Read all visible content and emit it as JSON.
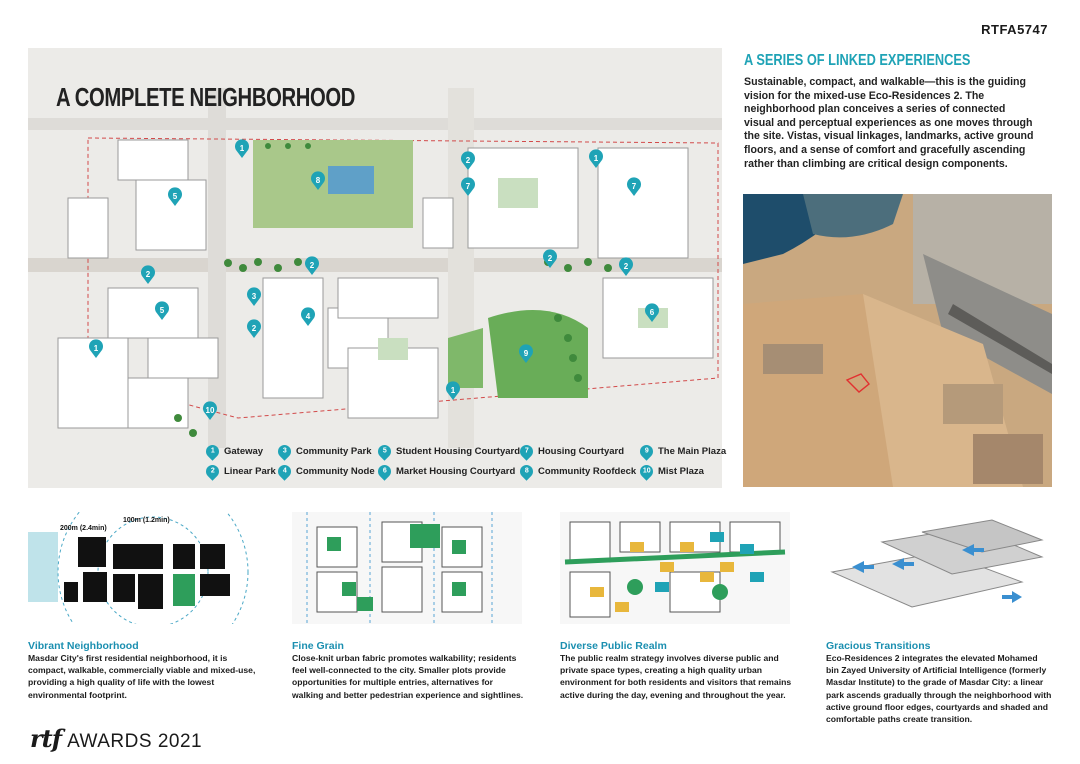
{
  "doc_id": "RTFA5747",
  "main_title": "A COMPLETE NEIGHBORHOOD",
  "section": {
    "heading": "A SERIES OF LINKED EXPERIENCES",
    "body": "Sustainable, compact, and walkable—this is the guiding vision for the mixed-use Eco-Residences 2. The neighborhood plan conceives a series of connected visual and perceptual experiences as one moves through the site. Vistas, visual linkages, landmarks, active ground floors, and a sense of comfort and gracefully ascending rather than climbing are critical design components."
  },
  "legend": [
    {
      "num": "1",
      "label": "Gateway"
    },
    {
      "num": "2",
      "label": "Linear Park"
    },
    {
      "num": "3",
      "label": "Community Park"
    },
    {
      "num": "4",
      "label": "Community Node"
    },
    {
      "num": "5",
      "label": "Student Housing Courtyard"
    },
    {
      "num": "6",
      "label": "Market Housing Courtyard"
    },
    {
      "num": "7",
      "label": "Housing Courtyard"
    },
    {
      "num": "8",
      "label": "Community Roofdeck"
    },
    {
      "num": "9",
      "label": "The Main Plaza"
    },
    {
      "num": "10",
      "label": "Mist Plaza"
    }
  ],
  "map_pins": [
    "1",
    "1",
    "1",
    "1",
    "2",
    "2",
    "2",
    "2",
    "2",
    "2",
    "3",
    "4",
    "5",
    "5",
    "6",
    "7",
    "7",
    "8",
    "9",
    "10"
  ],
  "diagram_labels": {
    "dim_200": "200m (2.4min)",
    "dim_100": "100m (1.2min)"
  },
  "panels": [
    {
      "title": "Vibrant Neighborhood",
      "body": "Masdar City's first residential neighborhood, it is compact, walkable, commercially viable and mixed-use, providing a high quality of life with the lowest environmental footprint."
    },
    {
      "title": "Fine Grain",
      "body": "Close-knit urban fabric promotes walkability; residents feel well-connected to the city. Smaller plots provide opportunities for multiple entries, alternatives for walking and better pedestrian experience and sightlines."
    },
    {
      "title": "Diverse Public Realm",
      "body": "The public realm strategy involves diverse public and private space types, creating a high quality urban environment for both residents and visitors that remains active during the day, evening and throughout the year."
    },
    {
      "title": "Gracious Transitions",
      "body": "Eco-Residences 2 integrates the elevated Mohamed bin Zayed University of Artificial Intelligence (formerly Masdar Institute) to the grade of Masdar City: a linear park ascends gradually through the neighborhood with active ground floor edges, courtyards and shaded and comfortable paths create transition."
    }
  ],
  "brand": {
    "logo": "rtf",
    "text": "AWARDS 2021"
  },
  "colors": {
    "accent": "#1fa3b6",
    "panel_title": "#1b8fb0",
    "green": "#2e9e5b"
  }
}
